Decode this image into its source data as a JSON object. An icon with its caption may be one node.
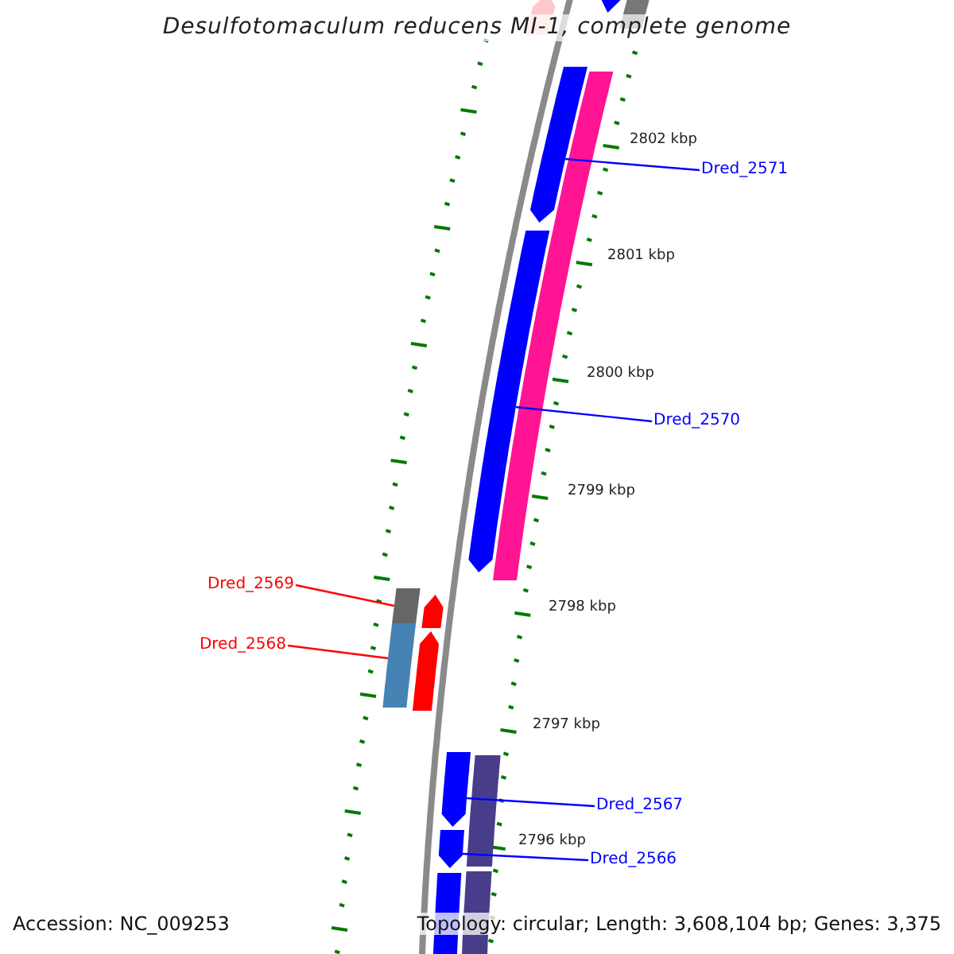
{
  "diagram": {
    "title": "Desulfotomaculum reducens MI-1, complete genome",
    "nodes": [
      {
        "text": [
          "Dred_2571"
        ]
      },
      {
        "text": [],
        "shape": "bar"
      },
      {
        "text": [
          "Dred_2570"
        ]
      },
      {
        "text": [],
        "shape": "bar"
      },
      {
        "text": [
          "Dred_2569"
        ]
      },
      {
        "text": [],
        "shape": "bar"
      },
      {
        "text": [
          "Dred_2568"
        ]
      },
      {
        "text": [],
        "shape": "bar"
      },
      {
        "text": [
          "Dred_2567"
        ]
      },
      {
        "text": [],
        "shape": "bar"
      },
      {
        "text": [
          "Dred_2566"
        ]
      },
      {
        "text": [],
        "shape": "bar"
      }
    ],
    "edges": [
      {
        "from": 0,
        "to": 1,
        "arrow": "none"
      },
      {
        "from": 2,
        "to": 3,
        "arrow": "none"
      },
      {
        "from": 4,
        "to": 5,
        "arrow": "none",
        "color": "#ff0000"
      },
      {
        "from": 6,
        "to": 7,
        "arrow": "none",
        "color": "#ff0000"
      },
      {
        "from": 8,
        "to": 9,
        "arrow": "none"
      },
      {
        "from": 10,
        "to": 11,
        "arrow": "none"
      }
    ],
    "labels": [
      "2802 kbp",
      "2801 kbp",
      "2800 kbp",
      "2799 kbp",
      "2798 kbp",
      "2797 kbp",
      "2796 kbp",
      "Accession: NC_009253",
      "Topology: circular; Length: 3,608,104 bp; Genes: 3,375"
    ]
  }
}
